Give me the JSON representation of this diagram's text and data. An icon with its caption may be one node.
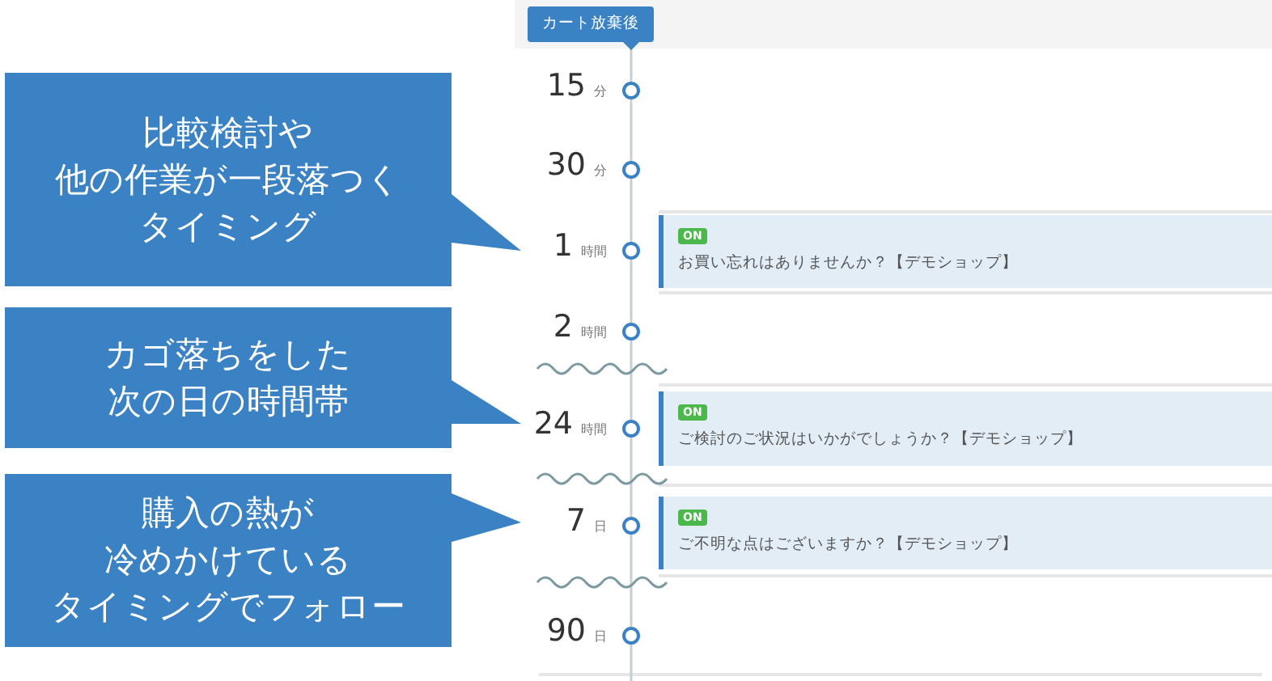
{
  "diagram": {
    "nodes": [
      {
        "text": [
          "カート放棄後"
        ]
      },
      {
        "text": [
          "15",
          "分"
        ]
      },
      {
        "text": [
          "30",
          "分"
        ]
      },
      {
        "text": [
          "1",
          "時間"
        ]
      },
      {
        "text": [
          "2",
          "時間"
        ]
      },
      {
        "text": [
          "24",
          "時間"
        ]
      },
      {
        "text": [
          "7",
          "日"
        ]
      },
      {
        "text": [
          "90",
          "日"
        ]
      },
      {
        "text": [
          "ON",
          "お買い忘れはありませんか？【デモショップ】"
        ]
      },
      {
        "text": [
          "ON",
          "ご検討のご状況はいかがでしょうか？【デモショップ】"
        ]
      },
      {
        "text": [
          "ON",
          "ご不明な点はございますか？【デモショップ】"
        ]
      },
      {
        "text": [
          "比較検討や他の作業が一段落つくタイミング"
        ]
      },
      {
        "text": [
          "カゴ落ちをした次の日の時間帯"
        ]
      },
      {
        "text": [
          "購入の熱が冷めかけているタイミングでフォロー"
        ]
      }
    ],
    "edges": []
  }
}
